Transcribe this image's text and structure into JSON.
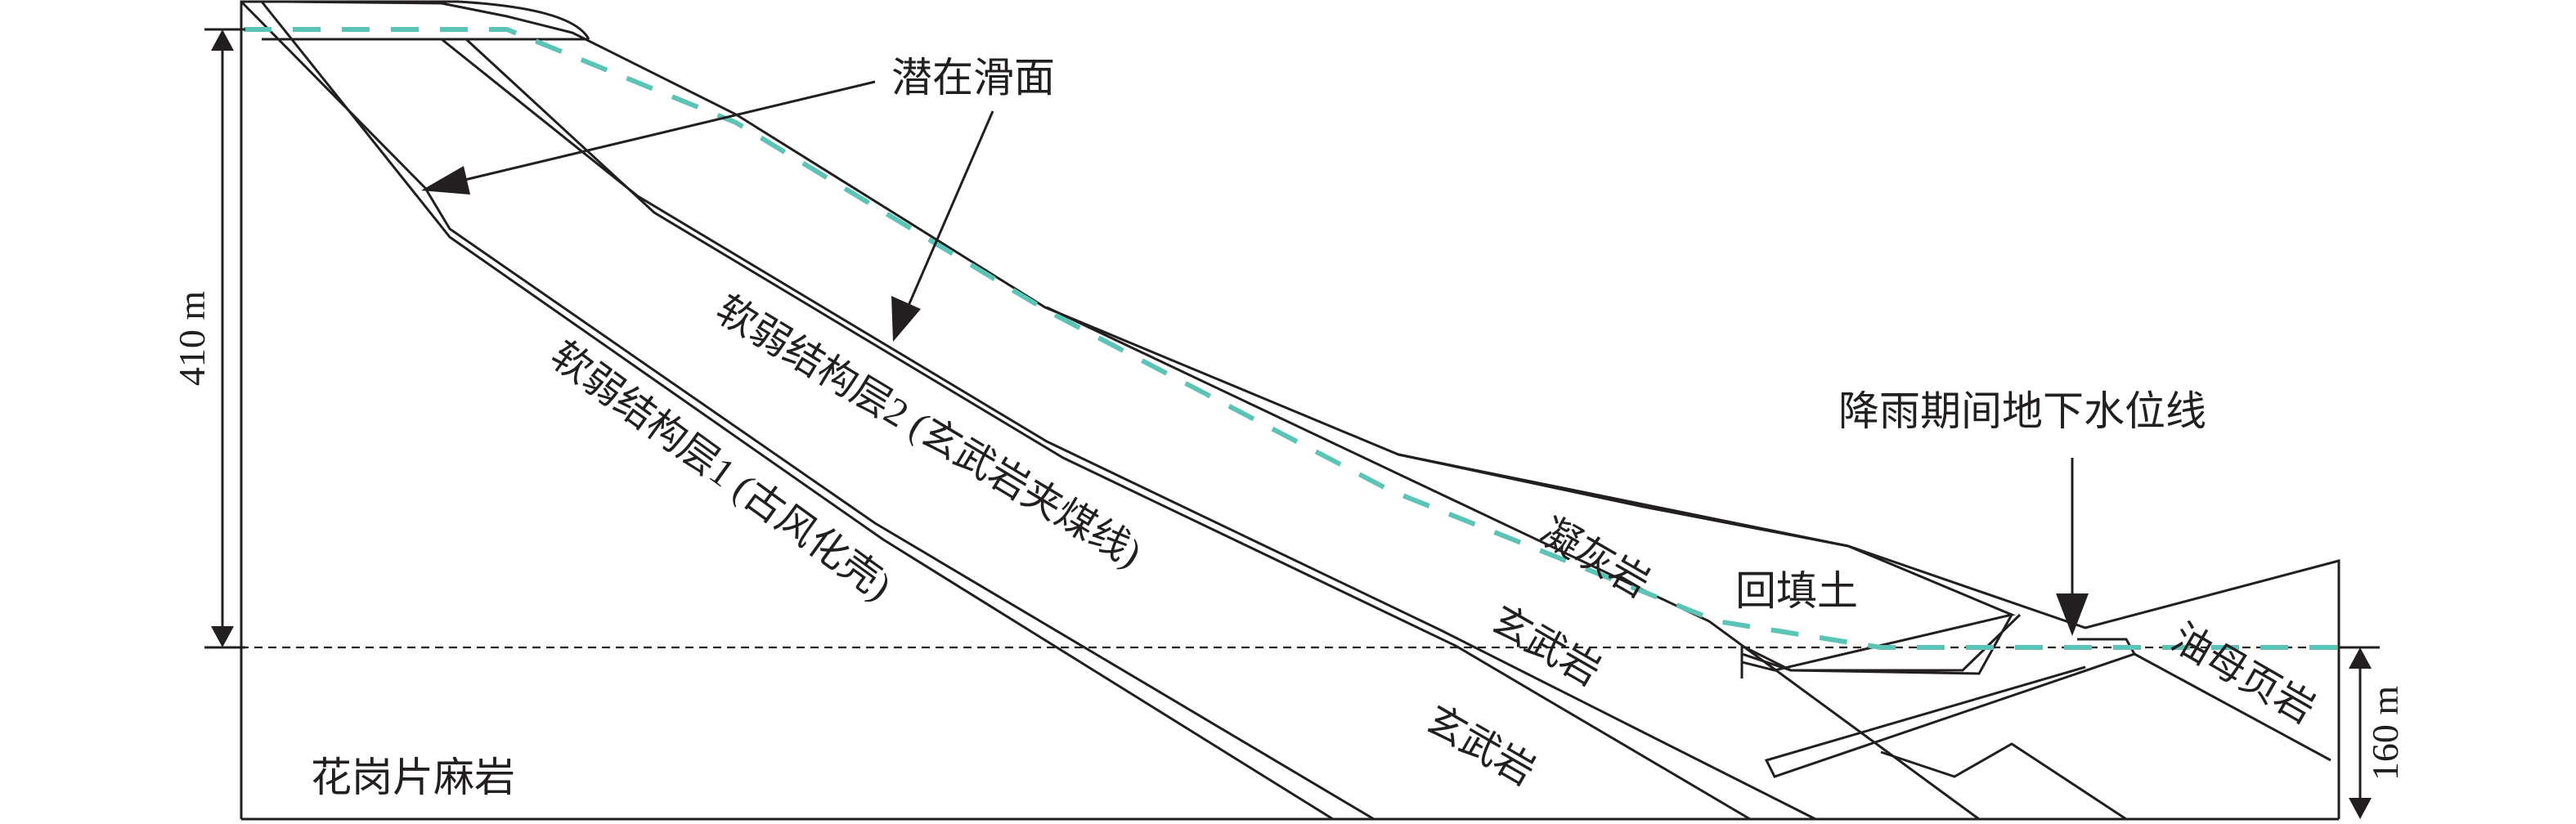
{
  "labels": {
    "potential_slip_surface": "潜在滑面",
    "groundwater_line": "降雨期间地下水位线",
    "soft_layer_2": "软弱结构层2 (玄武岩夹煤线)",
    "soft_layer_1": "软弱结构层1 (古风化壳)",
    "tuff": "凝灰岩",
    "backfill": "回填土",
    "basalt_upper": "玄武岩",
    "basalt_lower": "玄武岩",
    "oil_shale": "油母页岩",
    "granite_gneiss": "花岗片麻岩"
  },
  "dimensions": {
    "height_left": "410 m",
    "height_right": "160 m"
  },
  "colors": {
    "line": "#231f20",
    "groundwater": "#5bc4b6"
  }
}
